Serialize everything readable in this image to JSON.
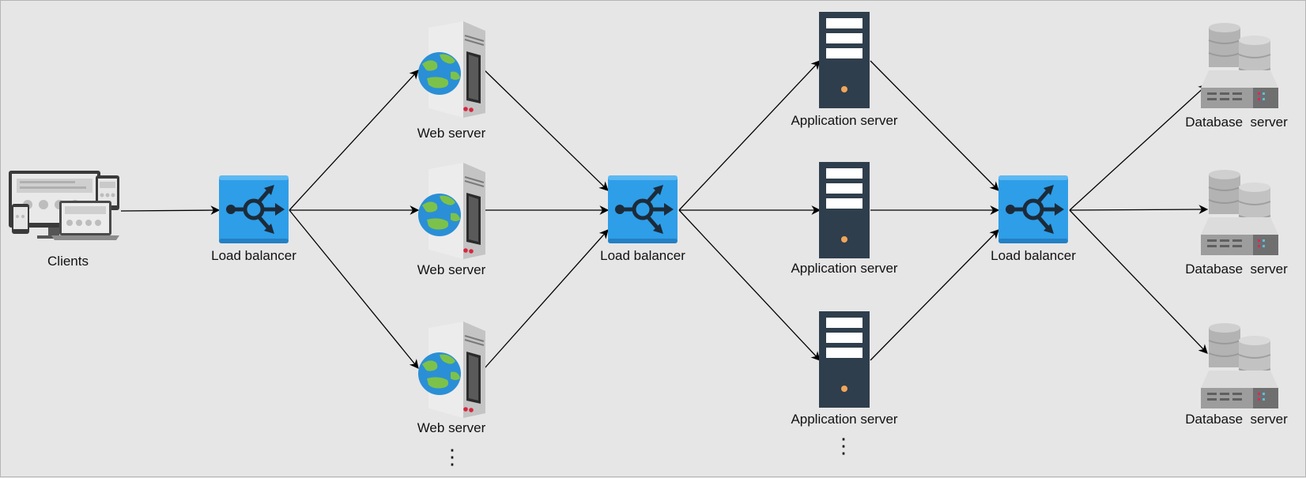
{
  "clients": {
    "label": "Clients"
  },
  "load_balancers": [
    {
      "label": "Load balancer"
    },
    {
      "label": "Load balancer"
    },
    {
      "label": "Load balancer"
    }
  ],
  "web_servers": [
    {
      "label": "Web server"
    },
    {
      "label": "Web server"
    },
    {
      "label": "Web server"
    }
  ],
  "app_servers": [
    {
      "label": "Application server"
    },
    {
      "label": "Application server"
    },
    {
      "label": "Application server"
    }
  ],
  "db_servers": [
    {
      "label": "Database  server"
    },
    {
      "label": "Database  server"
    },
    {
      "label": "Database  server"
    }
  ],
  "ellipsis": {
    "web": "⋮",
    "app": "⋮"
  },
  "colors": {
    "background": "#e6e6e6",
    "load_balancer": "#2e9ee8",
    "app_server": "#2f3e4c",
    "edge": "#000000"
  }
}
